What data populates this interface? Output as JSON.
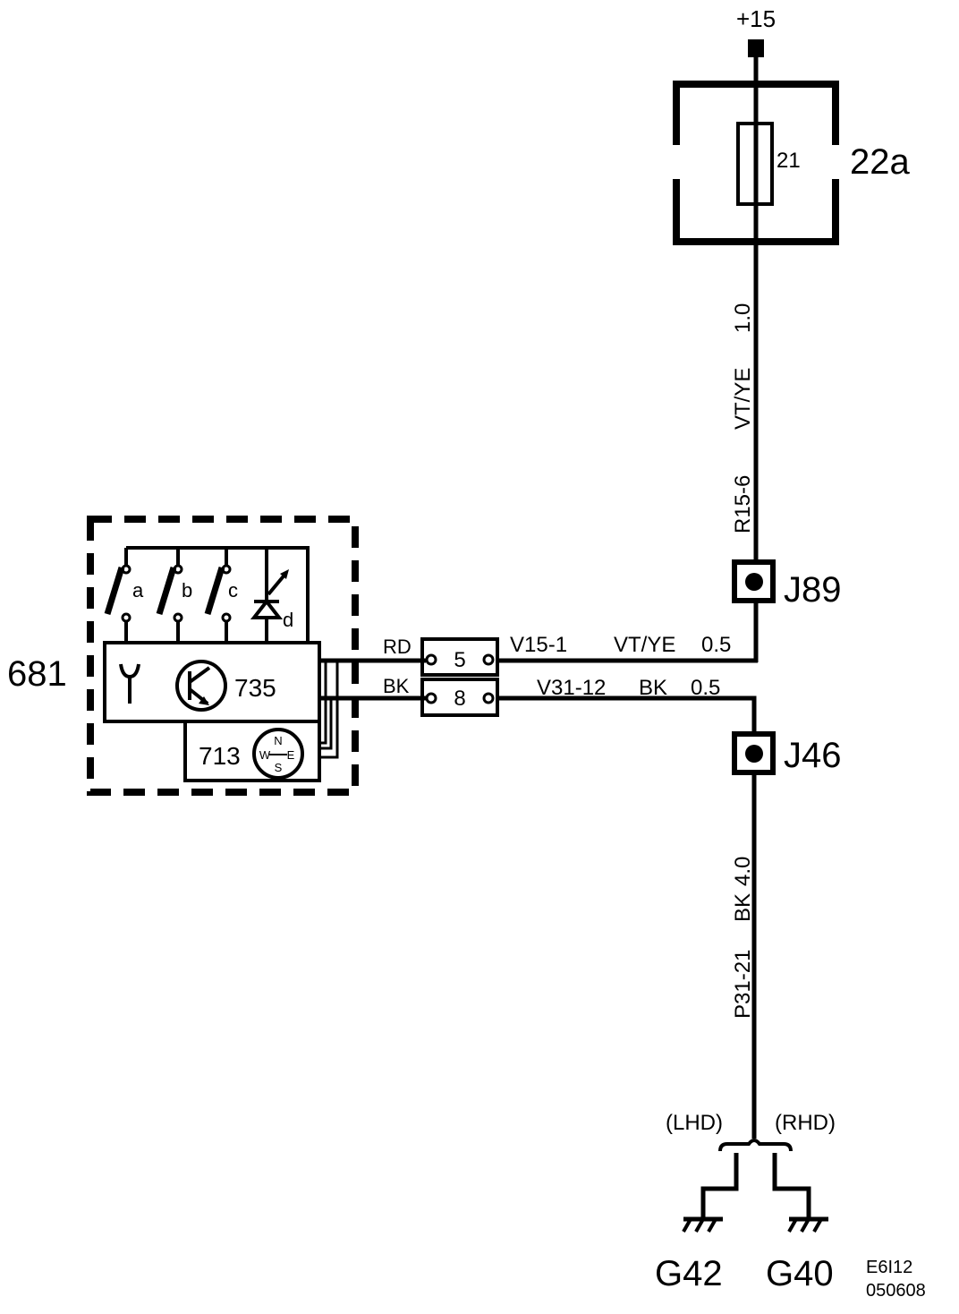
{
  "supply": {
    "label": "+15"
  },
  "fuse_box": {
    "id": "22a",
    "fuse_number": "21"
  },
  "wire_r15_6": {
    "circuit": "R15-6",
    "color": "VT/YE",
    "size": "1.0"
  },
  "connector_j89": {
    "id": "J89"
  },
  "connector_j46": {
    "id": "J46"
  },
  "module": {
    "id": "681",
    "transmitter_id": "735",
    "compass_id": "713",
    "compass_letters": [
      "N",
      "W",
      "E",
      "S"
    ],
    "switch_labels": [
      "a",
      "b",
      "c",
      "d"
    ]
  },
  "connector_plug": {
    "pins": [
      "5",
      "8"
    ],
    "inner_wire_colors": [
      "RD",
      "BK"
    ]
  },
  "wire_v15_1": {
    "circuit": "V15-1",
    "color": "VT/YE",
    "size": "0.5"
  },
  "wire_v31_12": {
    "circuit": "V31-12",
    "color": "BK",
    "size": "0.5"
  },
  "wire_p31_21": {
    "circuit": "P31-21",
    "color": "BK",
    "size": "4.0"
  },
  "ground_split": {
    "left_variant": "(LHD)",
    "right_variant": "(RHD)"
  },
  "grounds": {
    "left": "G42",
    "right": "G40"
  },
  "drawing_ref": {
    "code": "E6I12",
    "date": "050608"
  }
}
